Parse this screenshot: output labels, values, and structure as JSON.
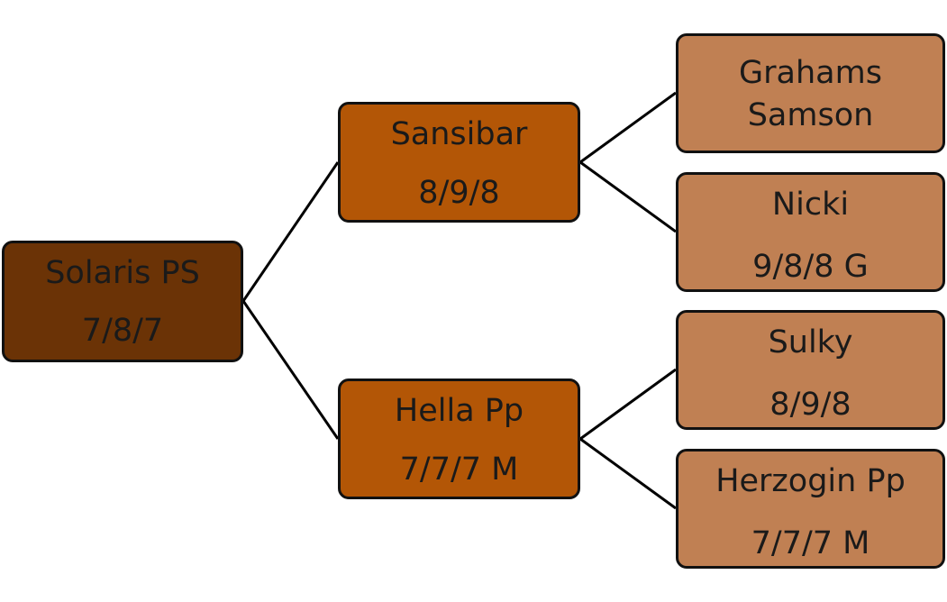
{
  "pedigree": {
    "root": {
      "name": "Solaris PS",
      "score": "7/8/7",
      "color": "#6b3306"
    },
    "sire": {
      "name": "Sansibar",
      "score": "8/9/8",
      "color": "#b35606"
    },
    "dam": {
      "name": "Hella Pp",
      "score": "7/7/7 M",
      "color": "#b35606"
    },
    "sire_sire": {
      "name_line1": "Grahams",
      "name_line2": "Samson",
      "color": "#c08053"
    },
    "sire_dam": {
      "name": "Nicki",
      "score": "9/8/8 G",
      "color": "#c08053"
    },
    "dam_sire": {
      "name": "Sulky",
      "score": "8/9/8",
      "color": "#c08053"
    },
    "dam_dam": {
      "name": "Herzogin Pp",
      "score": "7/7/7 M",
      "color": "#c08053"
    }
  }
}
